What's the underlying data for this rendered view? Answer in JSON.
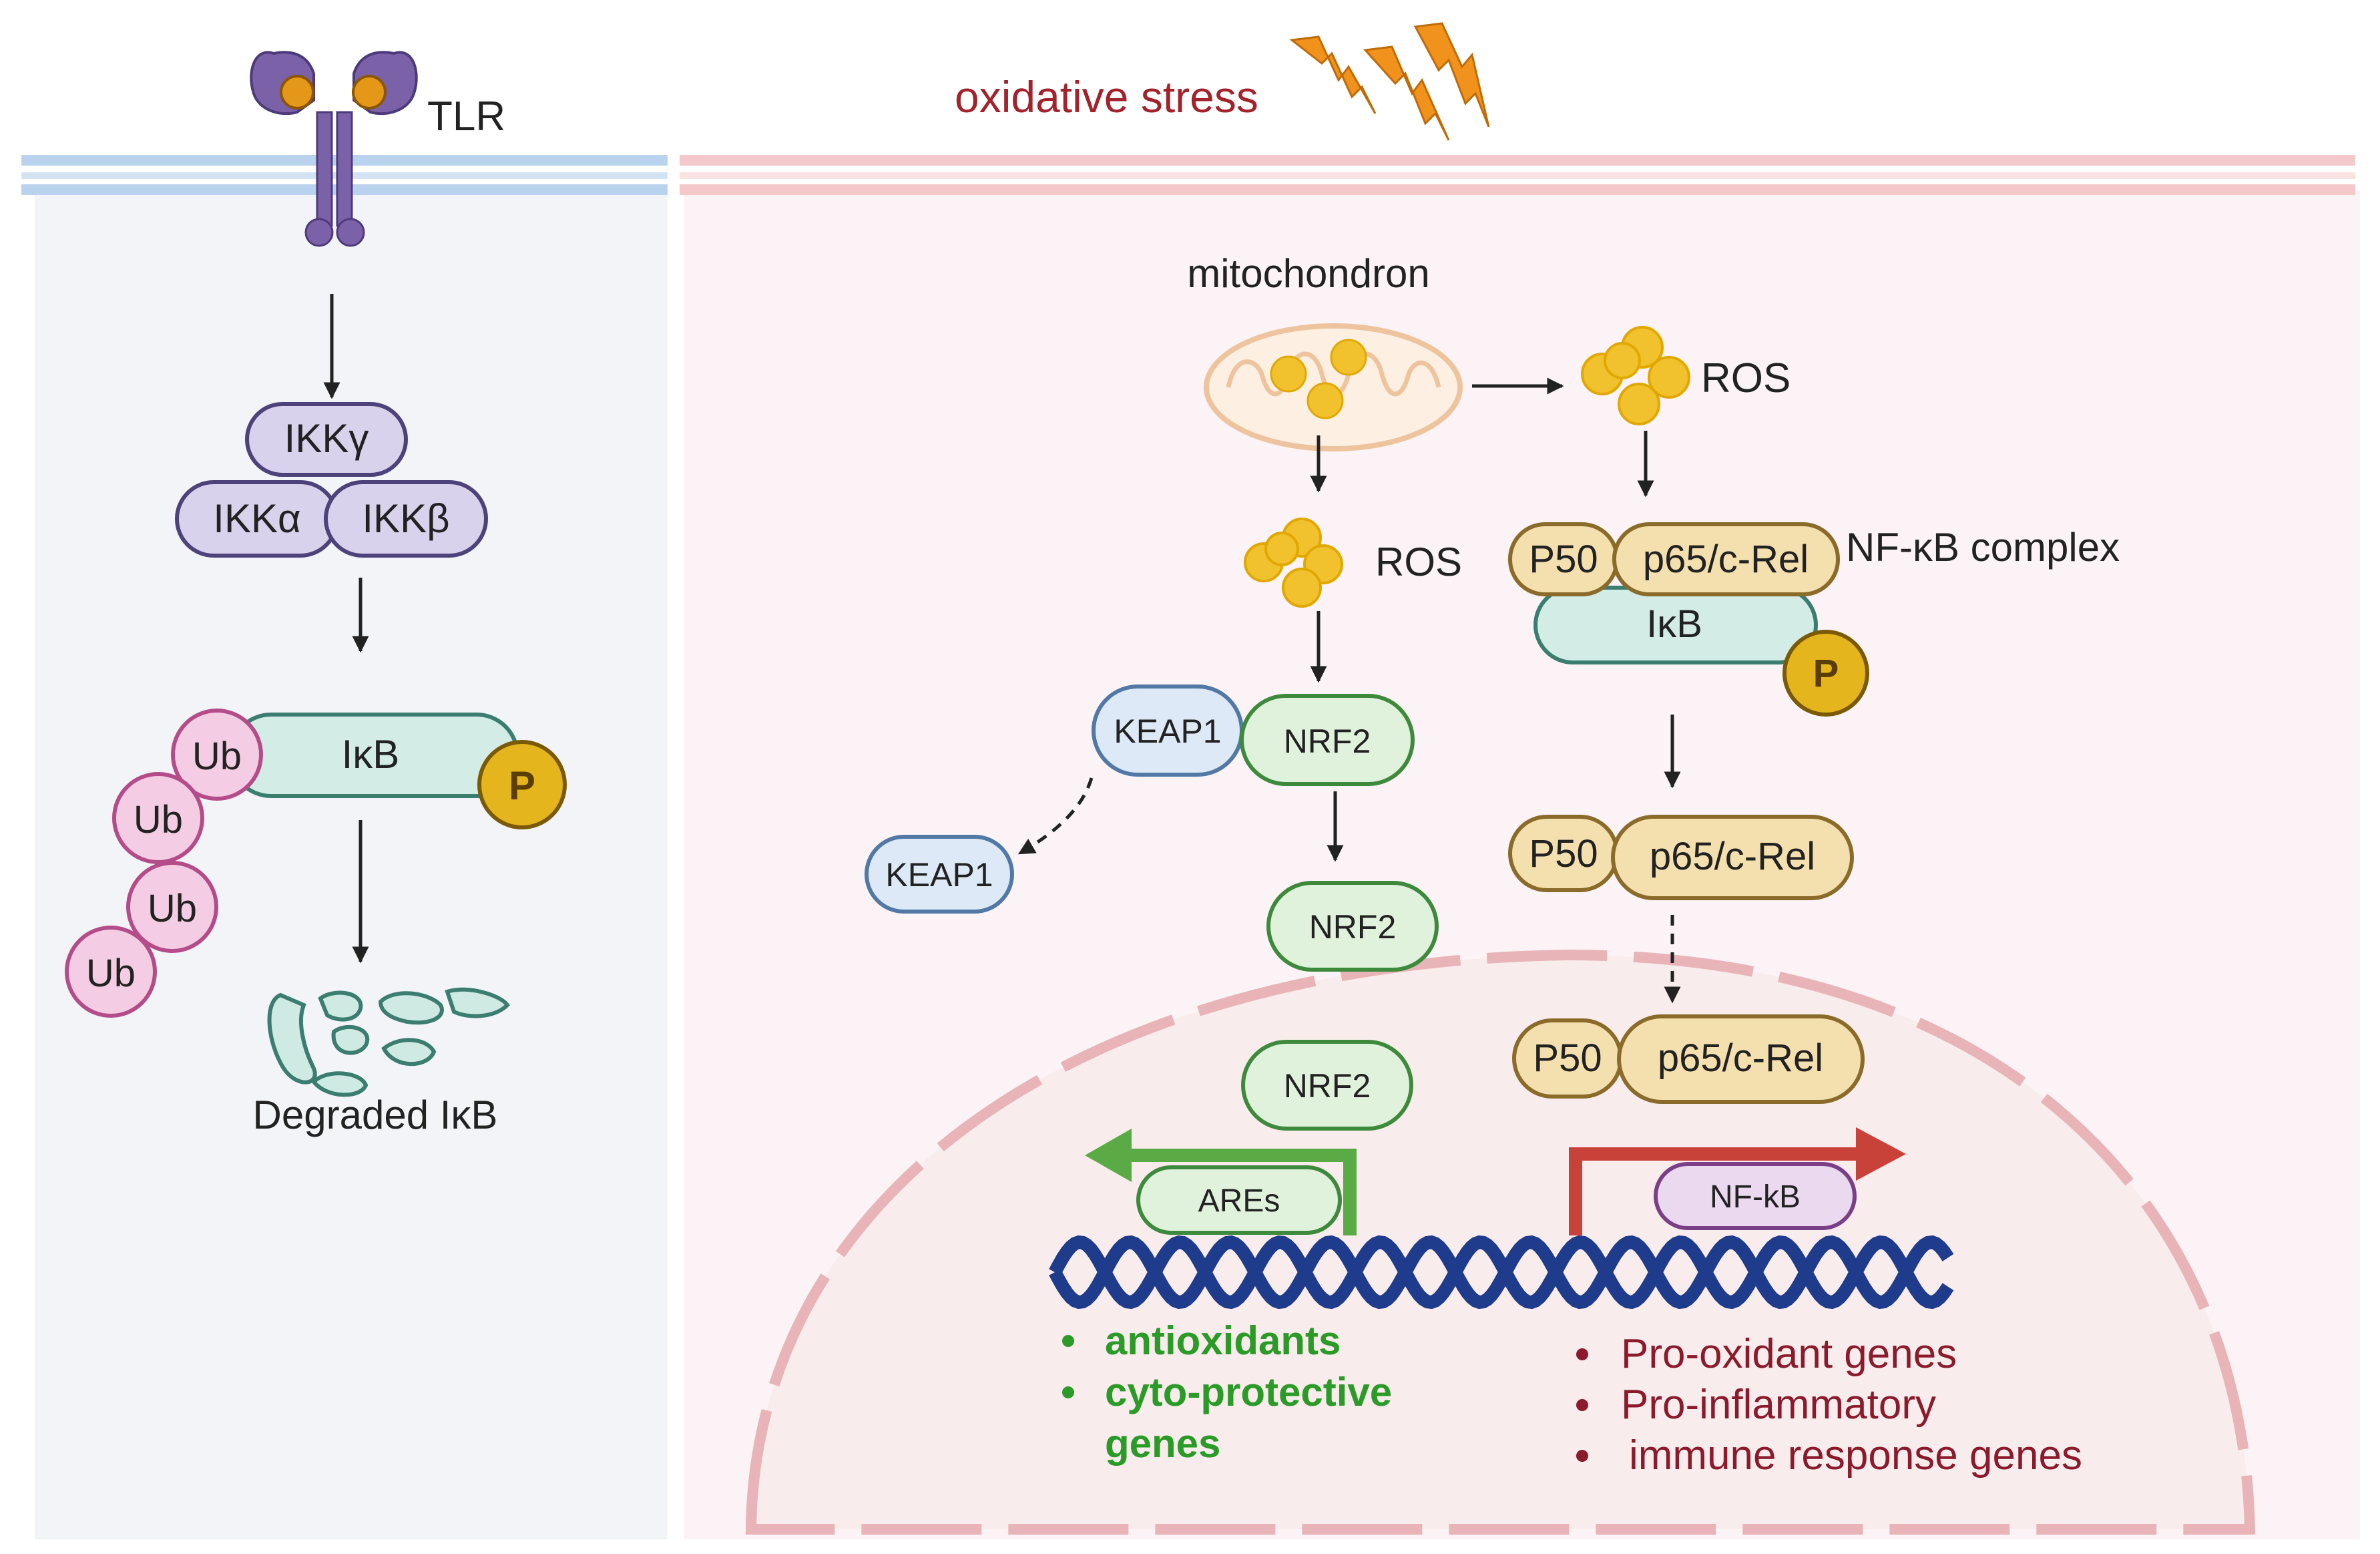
{
  "colors": {
    "left_membrane": "#b9d3ee",
    "right_membrane": "#f5c9cc",
    "left_cytoplasm": "#f2f4f8",
    "right_cytoplasm": "#fbf3f5",
    "nucleus_fill": "#f9ecec",
    "nucleus_outline": "#e8b4b8",
    "tlr": "#7b62a8",
    "ikk_fill": "#d8d2ec",
    "ikk_stroke": "#4d437a",
    "ikb_fill": "#d3ece6",
    "ikb_stroke": "#3b7d6f",
    "ub_fill": "#f4cde4",
    "ub_stroke": "#b54c8a",
    "p_fill": "#e4b51d",
    "p_stroke": "#7a5a07",
    "keap_fill": "#dde9f6",
    "keap_stroke": "#5279a6",
    "nrf_fill": "#e0f2dc",
    "nrf_stroke": "#3e8a3c",
    "nfkb_fill": "#f4dfae",
    "nfkb_stroke": "#8a6b2a",
    "nfkb_box_fill": "#ead9ef",
    "nfkb_box_stroke": "#7a3f86",
    "ros": "#f2c22e",
    "lightning": "#f0921c",
    "dna": "#1f3b8c",
    "green_arrow": "#5aab46",
    "red_arrow": "#c9423a",
    "green_text": "#2a9b26",
    "dark_red_text": "#8a1a2c"
  },
  "left_panel": {
    "receptor_label": "TLR",
    "ikk_gamma": "IKKγ",
    "ikk_alpha": "IKKα",
    "ikk_beta": "IKKβ",
    "ikb_label": "IκB",
    "phospho_label": "P",
    "ub_labels": [
      "Ub",
      "Ub",
      "Ub",
      "Ub"
    ],
    "degraded_label": "Degraded IκB",
    "icons": [
      "tlr-receptor-icon",
      "degraded-fragments-icon"
    ]
  },
  "right_panel": {
    "stress_label": "oxidative stress",
    "mitochondrion_label": "mitochondron",
    "ros_label": "ROS",
    "keap1_label": "KEAP1",
    "nrf2_label": "NRF2",
    "p50_label": "P50",
    "p65_label": "p65/c-Rel",
    "nfkb_complex_label": "NF-κB complex",
    "ikb_label": "IκB",
    "phospho_label": "P",
    "ares_label": "AREs",
    "nfkb_box_label": "NF-kB",
    "icons": [
      "lightning-icon",
      "mitochondrion-icon",
      "ros-cluster-icon",
      "dna-helix-icon"
    ]
  },
  "outcomes": {
    "green": [
      "antioxidants",
      "cyto-protective genes"
    ],
    "red": [
      "Pro-oxidant genes",
      "Pro-inflammatory",
      "immune response genes"
    ]
  }
}
